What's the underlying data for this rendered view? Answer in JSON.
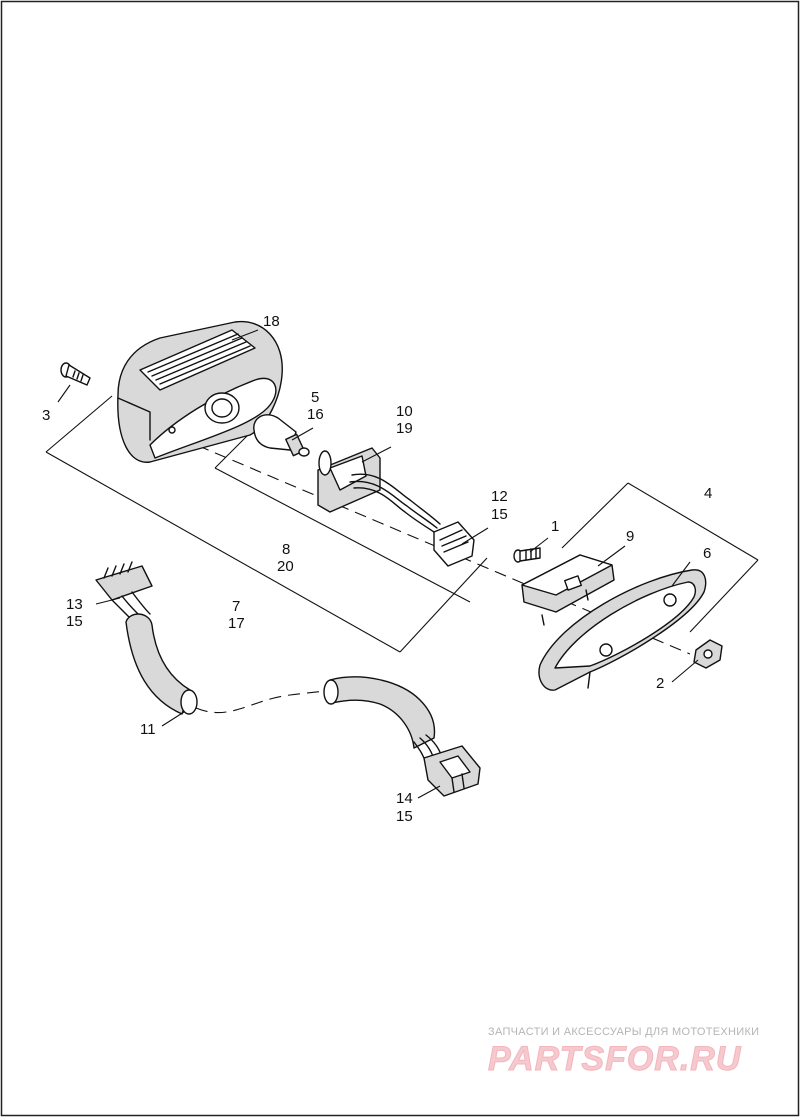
{
  "callouts": [
    {
      "id": "c1",
      "lines": [
        "1"
      ]
    },
    {
      "id": "c2",
      "lines": [
        "2"
      ]
    },
    {
      "id": "c3",
      "lines": [
        "3"
      ]
    },
    {
      "id": "c4",
      "lines": [
        "4"
      ]
    },
    {
      "id": "c5",
      "lines": [
        "5",
        "16"
      ]
    },
    {
      "id": "c6",
      "lines": [
        "6"
      ]
    },
    {
      "id": "c7",
      "lines": [
        "7",
        "17"
      ]
    },
    {
      "id": "c8",
      "lines": [
        "8",
        "20"
      ]
    },
    {
      "id": "c9",
      "lines": [
        "9"
      ]
    },
    {
      "id": "c10",
      "lines": [
        "10",
        "19"
      ]
    },
    {
      "id": "c11",
      "lines": [
        "11"
      ]
    },
    {
      "id": "c12",
      "lines": [
        "12",
        "15"
      ]
    },
    {
      "id": "c13",
      "lines": [
        "13",
        "15"
      ]
    },
    {
      "id": "c14",
      "lines": [
        "14",
        "15"
      ]
    },
    {
      "id": "c18",
      "lines": [
        "18"
      ]
    }
  ],
  "watermark": {
    "tagline": "ЗАПЧАСТИ И АКСЕССУАРЫ ДЛЯ МОТОТЕХНИКИ",
    "logo": "PARTSFOR.RU"
  }
}
